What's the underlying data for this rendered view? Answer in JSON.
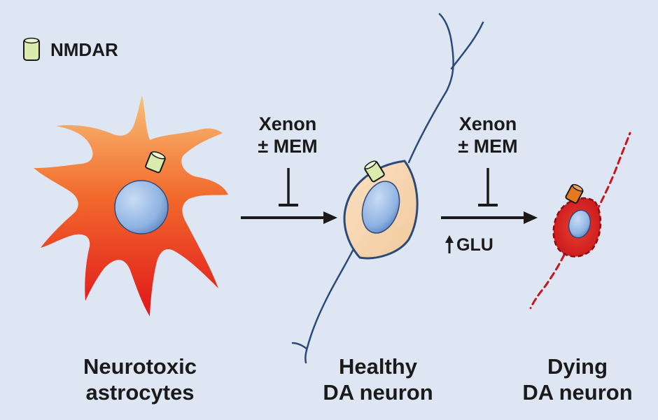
{
  "legend": {
    "nmdar_label": "NMDAR",
    "nmdar_color": "#d9ecae"
  },
  "treatment_1": {
    "line1": "Xenon",
    "line2": "± MEM"
  },
  "treatment_2": {
    "line1": "Xenon",
    "line2": "± MEM"
  },
  "glu_label": "GLU",
  "cells": {
    "astrocytes": {
      "line1": "Neurotoxic",
      "line2": "astrocytes"
    },
    "healthy": {
      "line1": "Healthy",
      "line2": "DA neuron"
    },
    "dying": {
      "line1": "Dying",
      "line2": "DA neuron"
    }
  },
  "colors": {
    "background": "#dde6f2",
    "astrocyte_top": "#f6b06a",
    "astrocyte_bottom": "#e21d18",
    "healthy_body": "#f7d6b4",
    "neurite": "#2b4a7a",
    "dying_body": "#d81f1f",
    "dying_receptor": "#e7781e",
    "nucleus": "#9ec2ea"
  }
}
